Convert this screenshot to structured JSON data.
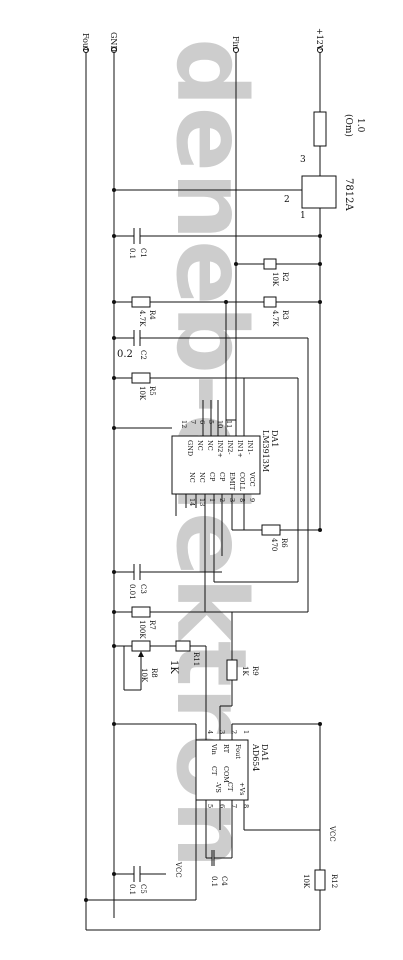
{
  "watermark": "deneb-elektron",
  "terminals": {
    "fout": "Fout",
    "gnd": "GND",
    "fin": "Fin",
    "v12": "+12V",
    "vcc_da1": "VCC",
    "vcc_c5": "VCC"
  },
  "regulator": {
    "name": "7812A",
    "pin_in": "3",
    "pin_gnd": "2",
    "pin_out": "1",
    "fuse_value": "1.0",
    "fuse_unit": "(Om)"
  },
  "chips": {
    "da1": {
      "ref": "DA1",
      "part": "LM3913M",
      "left_pins": [
        "IN1-",
        "IN1+",
        "IN2-",
        "IN2+",
        "NC",
        "NC",
        "GND"
      ],
      "right_pins": [
        "VCC",
        "COLL",
        "EMIT",
        "CP",
        "CP",
        "NC",
        "NC"
      ],
      "top_numbers": [
        "12",
        "7",
        "6",
        "5",
        "10",
        "11"
      ],
      "bottom_numbers": [
        "9",
        "8",
        "3",
        "2",
        "1",
        "13",
        "14"
      ]
    },
    "da2": {
      "ref": "DA1",
      "part": "AD654",
      "left_pins": [
        "Fout",
        "RT",
        "Vin"
      ],
      "mid_pins": [
        "COM",
        "CT"
      ],
      "right_pins": [
        "+Vs",
        "CT",
        "-VS"
      ],
      "top_numbers": [
        "4",
        "3",
        "2",
        "1"
      ],
      "bottom_numbers": [
        "5",
        "6",
        "7",
        "8"
      ]
    }
  },
  "components": {
    "c1": {
      "ref": "C1",
      "value": "0.1"
    },
    "c2": {
      "ref": "C2",
      "value": "0.2"
    },
    "c3": {
      "ref": "C3",
      "value": "0.01"
    },
    "c4": {
      "ref": "C4",
      "value": "0.1"
    },
    "c5": {
      "ref": "C5",
      "value": "0.1"
    },
    "r2": {
      "ref": "R2",
      "value": "10K"
    },
    "r3": {
      "ref": "R3",
      "value": "4.7K"
    },
    "r4": {
      "ref": "R4",
      "value": "4.7K"
    },
    "r5": {
      "ref": "R5",
      "value": "10K"
    },
    "r6": {
      "ref": "R6",
      "value": "470"
    },
    "r7": {
      "ref": "R7",
      "value": "100K"
    },
    "r8": {
      "ref": "R8",
      "value": "10K"
    },
    "r9": {
      "ref": "R9",
      "value": "1K"
    },
    "r11": {
      "ref": "R11",
      "value": "1K"
    },
    "r12": {
      "ref": "R12",
      "value": "10K"
    }
  }
}
